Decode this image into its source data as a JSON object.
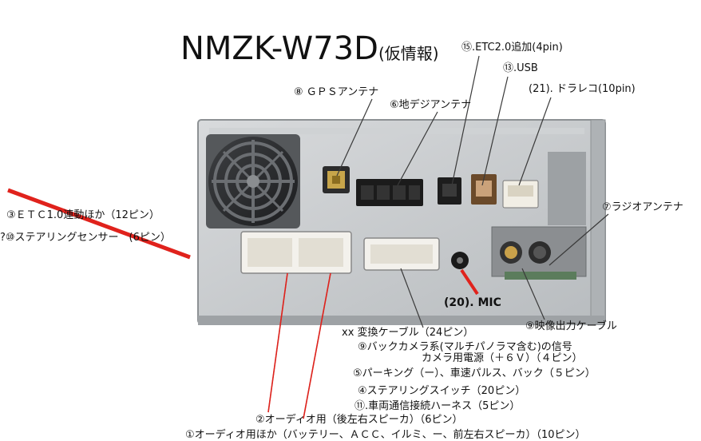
{
  "title": {
    "model": "NMZK-W73D",
    "note": "(仮情報)"
  },
  "labels": {
    "etc_add": "⑮.ETC2.0追加(4pin)",
    "usb": "⑬.USB",
    "dashcam": "(21). ドラレコ(10pin)",
    "gps": "⑧ ＧＰＳアンテナ",
    "digital_tv": "⑥地デジアンテナ",
    "radio": "⑦ラジオアンテナ",
    "etc_link": "③ＥＴＣ1.0連動ほか（12ピン）",
    "steering_sensor": "?⑩ステアリングセンサー　(6ピン）",
    "mic": "(20). MIC",
    "video_out": "⑨映像出力ケーブル",
    "converter": "xx 変換ケーブル（24ピン）",
    "back_camera": "⑨バックカメラ系(マルチパノラマ含む)の信号",
    "camera_power": "カメラ用電源（＋６Ｖ）（４ピン）",
    "parking": "⑤パーキング（ー）、車速パルス、バック（５ピン）",
    "steering_switch": "④ステアリングスイッチ（20ピン）",
    "vehicle_comm": "⑪.車両通信接続ハーネス（5ピン）",
    "audio_rear": "②オーディオ用（後左右スピーカ）（6ピン）",
    "audio_main": "①オーディオ用ほか（バッテリー、ＡＣＣ、イルミ、ー、前左右スピーカ）（10ピン）"
  },
  "colors": {
    "leader": "#3a3a3a",
    "red_line": "#e0221c",
    "chassis": "#c9ccce"
  }
}
